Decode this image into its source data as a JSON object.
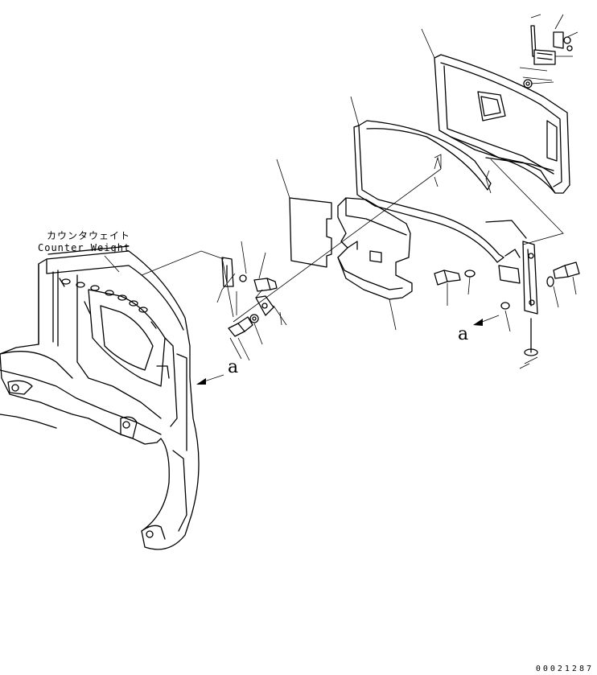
{
  "labels": {
    "counterweight_jp": "カウンタウェイト",
    "counterweight_en": "Counter Weight",
    "view_marker_left": "a",
    "view_marker_right": "a",
    "drawing_number": "00021287"
  },
  "colors": {
    "line": "#000000",
    "background": "#ffffff"
  }
}
